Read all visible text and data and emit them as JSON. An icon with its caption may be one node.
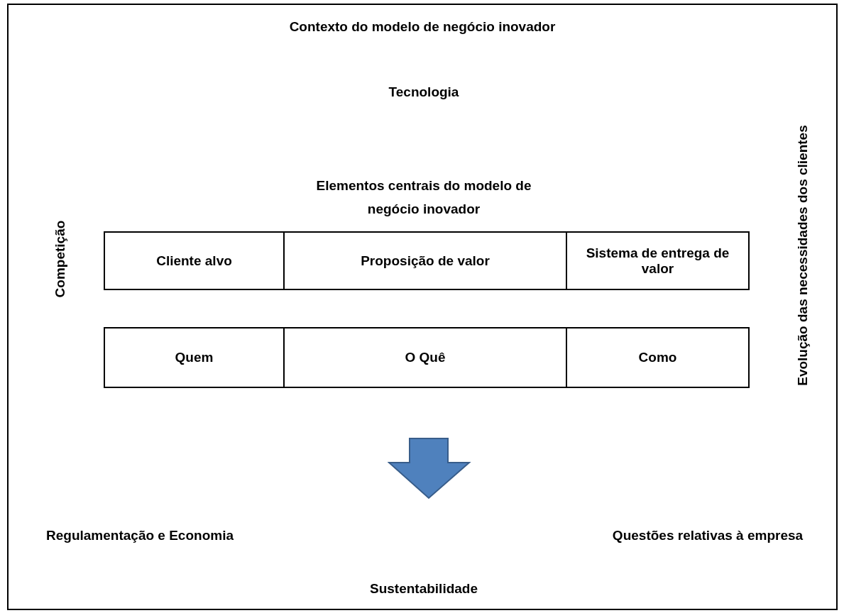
{
  "diagram": {
    "nodes": [
      {
        "text": [
          "Contexto do modelo de negócio inovador"
        ]
      },
      {
        "text": [
          "Cliente alvo"
        ],
        "in": 0
      },
      {
        "text": [
          "Proposição de valor"
        ],
        "in": 0
      },
      {
        "text": [
          "Sistema de entrega de valor"
        ],
        "in": 0
      },
      {
        "text": [
          "Quem"
        ],
        "in": 0
      },
      {
        "text": [
          "O Quê"
        ],
        "in": 0
      },
      {
        "text": [
          "Como"
        ],
        "in": 0
      }
    ],
    "edges": [],
    "labels": [
      "Tecnologia",
      "Elementos centrais do modelo de negócio inovador",
      "Competição",
      "Evolução das necessidades dos clientes",
      "Regulamentação e Economia",
      "Questões relativas à empresa",
      "Sustentabilidade"
    ]
  }
}
